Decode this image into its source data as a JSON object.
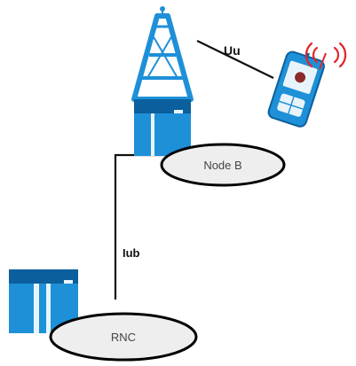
{
  "nodes": {
    "node_b": {
      "label": "Node B"
    },
    "rnc": {
      "label": "RNC"
    },
    "ue": {
      "label": ""
    }
  },
  "links": {
    "air": {
      "label": "Uu"
    },
    "backhaul": {
      "label": "Iub"
    }
  },
  "colors": {
    "equipment_blue": "#1e90d8",
    "equipment_dark": "#0b5f9c",
    "line": "#111111",
    "ellipse_fill": "#eeeeee",
    "ellipse_stroke": "#000000",
    "radio_waves": "#e0262d"
  }
}
